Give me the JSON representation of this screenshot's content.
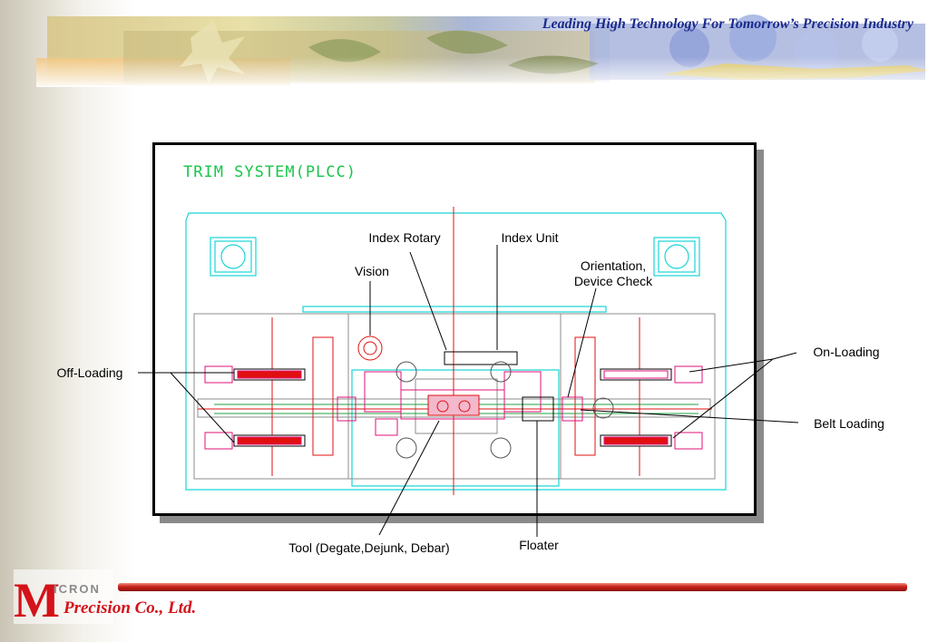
{
  "header": {
    "tagline": "Leading High Technology For Tomorrow’s Precision Industry"
  },
  "diagram": {
    "title": "TRIM SYSTEM(PLCC)",
    "labels": {
      "index_rotary": "Index Rotary",
      "index_unit": "Index Unit",
      "vision": "Vision",
      "orientation_line1": "Orientation,",
      "orientation_line2": "Device Check",
      "off_loading": "Off-Loading",
      "on_loading": "On-Loading",
      "belt_loading": "Belt Loading",
      "tool": "Tool (Degate,Dejunk, Debar)",
      "floater": "Floater"
    },
    "colors": {
      "outline": "#19d4d4",
      "centerline": "#e01010",
      "parts": "#e0107a",
      "title": "#18c64a"
    }
  },
  "footer": {
    "logo_letter": "M",
    "logo_word": "ICRON",
    "company": "Precision Co., Ltd.",
    "bar_color": "#c8201a"
  }
}
